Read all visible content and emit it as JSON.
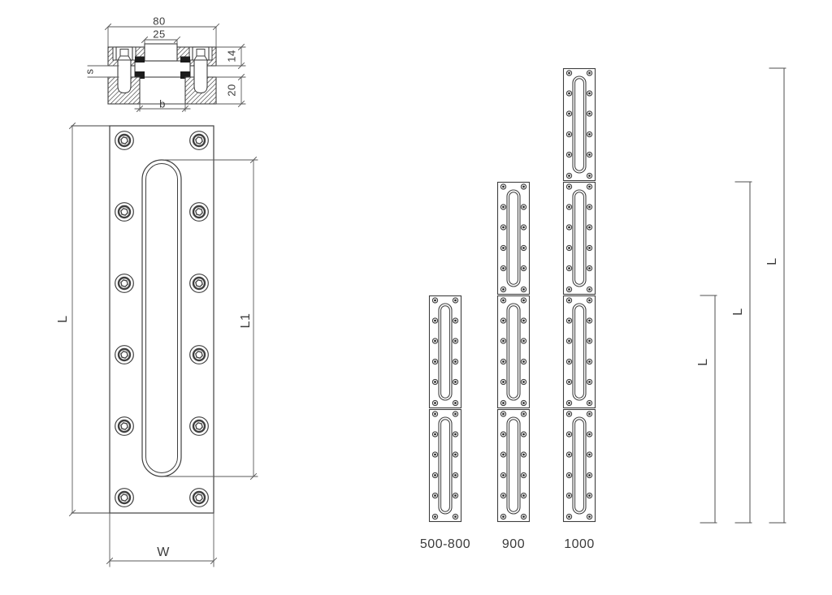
{
  "section_view": {
    "overall_width": "80",
    "tongue_width": "25",
    "clamp_thickness": "14",
    "base_thickness": "20",
    "gap_height": "s",
    "channel_width": "b"
  },
  "front_view": {
    "length": "L",
    "slot_length": "L1",
    "width": "W"
  },
  "variants": [
    {
      "label": "500-800",
      "length_dim": "L",
      "segments": 2
    },
    {
      "label": "900",
      "length_dim": "L",
      "segments": 3
    },
    {
      "label": "1000",
      "length_dim": "L",
      "segments": 4
    }
  ],
  "colors": {
    "line": "#3f3f3f",
    "dim": "#5a5a5a",
    "text": "#3b3b3b",
    "seal": "#1c1c1c",
    "background": "#ffffff"
  }
}
